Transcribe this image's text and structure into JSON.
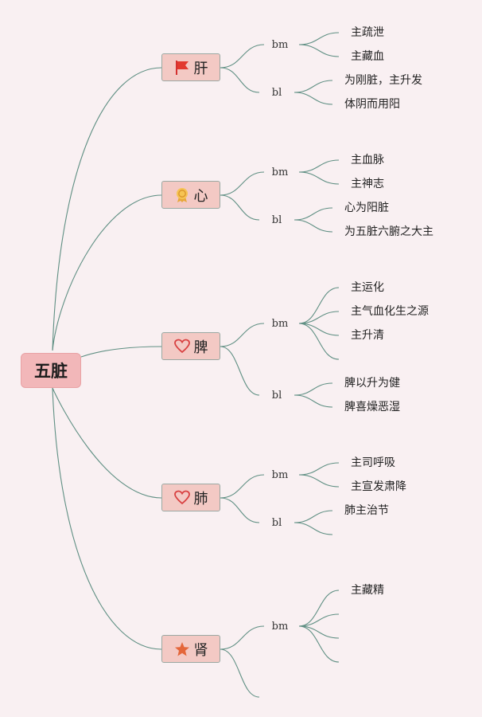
{
  "root": {
    "label": "五脏"
  },
  "organs": [
    {
      "label": "肝",
      "icon": "red-flag-icon",
      "groups": [
        {
          "label": "bm",
          "items": [
            "主疏泄",
            "主藏血"
          ]
        },
        {
          "label": "bl",
          "items": [
            "为刚脏，主升发",
            "体阴而用阳"
          ]
        }
      ]
    },
    {
      "label": "心",
      "icon": "award-medal-icon",
      "groups": [
        {
          "label": "bm",
          "items": [
            "主血脉",
            "主神志"
          ]
        },
        {
          "label": "bl",
          "items": [
            "心为阳脏",
            "为五脏六腑之大主"
          ]
        }
      ]
    },
    {
      "label": "脾",
      "icon": "heart-outline-icon",
      "groups": [
        {
          "label": "bm",
          "items": [
            "主运化",
            "主气血化生之源",
            "主升清",
            ""
          ]
        },
        {
          "label": "bl",
          "items": [
            "脾以升为健",
            "脾喜燥恶湿"
          ]
        }
      ]
    },
    {
      "label": "肺",
      "icon": "heart-outline-icon",
      "groups": [
        {
          "label": "bm",
          "items": [
            "主司呼吸",
            "主宣发肃降"
          ]
        },
        {
          "label": "bl",
          "items": [
            "肺主治节",
            ""
          ]
        }
      ]
    },
    {
      "label": "肾",
      "icon": "star-icon",
      "groups": [
        {
          "label": "bm",
          "items": [
            "主藏精",
            "",
            "",
            ""
          ]
        },
        {
          "label": "",
          "items": []
        }
      ]
    }
  ],
  "colors": {
    "edge": "#5f8f83",
    "root": "#f2b7b9",
    "node": "#f3c9c4",
    "background": "#f9f0f2"
  }
}
